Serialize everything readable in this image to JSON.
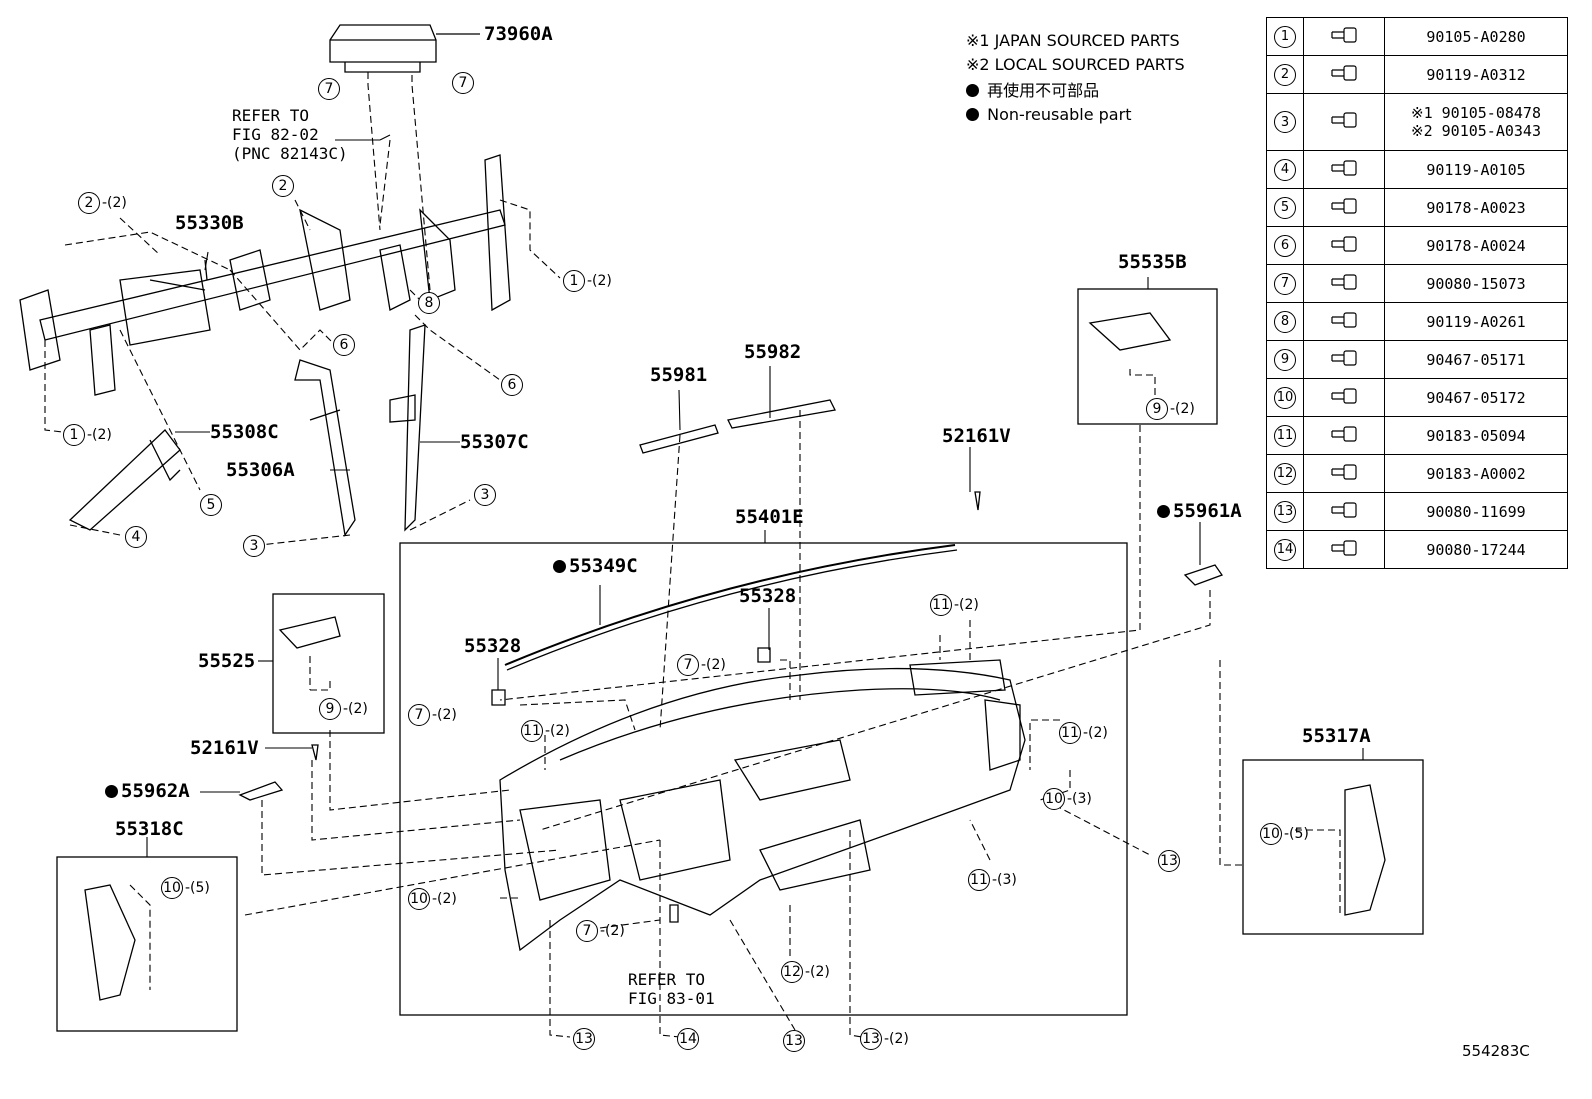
{
  "notes": {
    "japan": "※1 JAPAN SOURCED PARTS",
    "local": "※2 LOCAL SOURCED PARTS",
    "nonreusable_jp": "再使用不可部品",
    "nonreusable_en": "Non-reusable part"
  },
  "diagram_id": "554283C",
  "parts_table": [
    {
      "no": "1",
      "pn": "90105-A0280"
    },
    {
      "no": "2",
      "pn": "90119-A0312"
    },
    {
      "no": "3",
      "pn1": "※1 90105-08478",
      "pn2": "※2 90105-A0343"
    },
    {
      "no": "4",
      "pn": "90119-A0105"
    },
    {
      "no": "5",
      "pn": "90178-A0023"
    },
    {
      "no": "6",
      "pn": "90178-A0024"
    },
    {
      "no": "7",
      "pn": "90080-15073"
    },
    {
      "no": "8",
      "pn": "90119-A0261"
    },
    {
      "no": "9",
      "pn": "90467-05171"
    },
    {
      "no": "10",
      "pn": "90467-05172"
    },
    {
      "no": "11",
      "pn": "90183-05094"
    },
    {
      "no": "12",
      "pn": "90183-A0002"
    },
    {
      "no": "13",
      "pn": "90080-11699"
    },
    {
      "no": "14",
      "pn": "90080-17244"
    }
  ],
  "labels": {
    "p73960A": "73960A",
    "p55330B": "55330B",
    "p55308C": "55308C",
    "p55306A": "55306A",
    "p55307C": "55307C",
    "p55981": "55981",
    "p55982": "55982",
    "p55401E": "55401E",
    "p55349C": "55349C",
    "p55328a": "55328",
    "p55328b": "55328",
    "p52161V_a": "52161V",
    "p52161V_b": "52161V",
    "p55535B": "55535B",
    "p55961A": "55961A",
    "p55525": "55525",
    "p55962A": "55962A",
    "p55318C": "55318C",
    "p55317A": "55317A"
  },
  "refs": {
    "fig82_1": "REFER TO",
    "fig82_2": "FIG 82-02",
    "fig82_3": "(PNC 82143C)",
    "fig83_1": "REFER TO",
    "fig83_2": "FIG 83-01"
  },
  "callouts": [
    {
      "id": "c1",
      "n": "7",
      "q": ""
    },
    {
      "id": "c2",
      "n": "7",
      "q": ""
    },
    {
      "id": "c3",
      "n": "2",
      "q": "-(2)"
    },
    {
      "id": "c4",
      "n": "2",
      "q": ""
    },
    {
      "id": "c5",
      "n": "8",
      "q": ""
    },
    {
      "id": "c6",
      "n": "1",
      "q": "-(2)"
    },
    {
      "id": "c7",
      "n": "6",
      "q": ""
    },
    {
      "id": "c8",
      "n": "6",
      "q": ""
    },
    {
      "id": "c9",
      "n": "1",
      "q": "-(2)"
    },
    {
      "id": "c10",
      "n": "5",
      "q": ""
    },
    {
      "id": "c11",
      "n": "4",
      "q": ""
    },
    {
      "id": "c12",
      "n": "3",
      "q": ""
    },
    {
      "id": "c13",
      "n": "3",
      "q": ""
    },
    {
      "id": "c14",
      "n": "9",
      "q": "-(2)"
    },
    {
      "id": "c15",
      "n": "9",
      "q": "-(2)"
    },
    {
      "id": "c16",
      "n": "11",
      "q": "-(2)"
    },
    {
      "id": "c17",
      "n": "7",
      "q": "-(2)"
    },
    {
      "id": "c18",
      "n": "7",
      "q": "-(2)"
    },
    {
      "id": "c19",
      "n": "11",
      "q": "-(2)"
    },
    {
      "id": "c20",
      "n": "11",
      "q": "-(2)"
    },
    {
      "id": "c21",
      "n": "10",
      "q": "-(3)"
    },
    {
      "id": "c22",
      "n": "13",
      "q": ""
    },
    {
      "id": "c23",
      "n": "11",
      "q": "-(3)"
    },
    {
      "id": "c24",
      "n": "10",
      "q": "-(5)"
    },
    {
      "id": "c25",
      "n": "10",
      "q": "-(5)"
    },
    {
      "id": "c26",
      "n": "10",
      "q": "-(2)"
    },
    {
      "id": "c27",
      "n": "7",
      "q": "-(2)"
    },
    {
      "id": "c28",
      "n": "12",
      "q": "-(2)"
    },
    {
      "id": "c29",
      "n": "13",
      "q": ""
    },
    {
      "id": "c30",
      "n": "14",
      "q": ""
    },
    {
      "id": "c31",
      "n": "13",
      "q": ""
    },
    {
      "id": "c32",
      "n": "13",
      "q": "-(2)"
    }
  ]
}
